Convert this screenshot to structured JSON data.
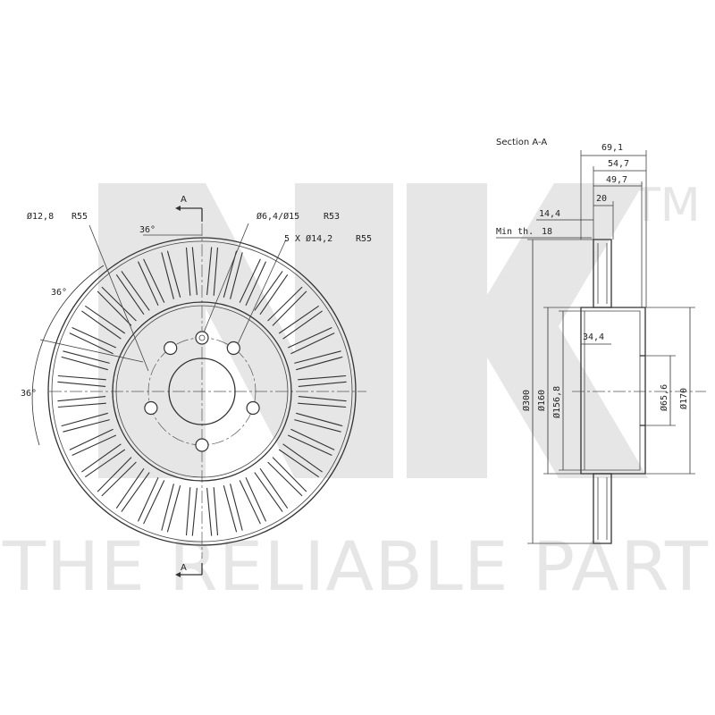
{
  "watermark": {
    "brand_letters": "NK",
    "trademark": "TM",
    "slogan": "THE RELIABLE PART"
  },
  "front_view": {
    "section_marker_top": "A",
    "section_marker_bottom": "A",
    "labels": {
      "stud_hole_dia": "Ø12,8",
      "stud_hole_radius": "R55",
      "pilot_hole_dia": "Ø6,4/Ø15",
      "pilot_hole_radius": "R53",
      "bolt_holes": "5 X Ø14,2",
      "bolt_holes_radius": "R55",
      "angle_top": "36°",
      "angle_mid": "36°",
      "angle_low": "36°"
    },
    "vane_count": 36,
    "bolt_hole_count": 5
  },
  "section_view": {
    "title": "Section A-A",
    "dimensions": {
      "overall_height": "69,1",
      "hat_height": "54,7",
      "hat_inner": "49,7",
      "disc_thickness": "20",
      "friction_offset": "14,4",
      "min_thickness_label": "Min th.",
      "min_thickness": "18",
      "hub_depth": "34,4",
      "disc_dia": "Ø300",
      "hat_outer_dia": "Ø160",
      "hat_inner_dia": "Ø156,8",
      "center_bore_dia": "Ø65,6",
      "bolt_circle_dia": "Ø170"
    }
  }
}
